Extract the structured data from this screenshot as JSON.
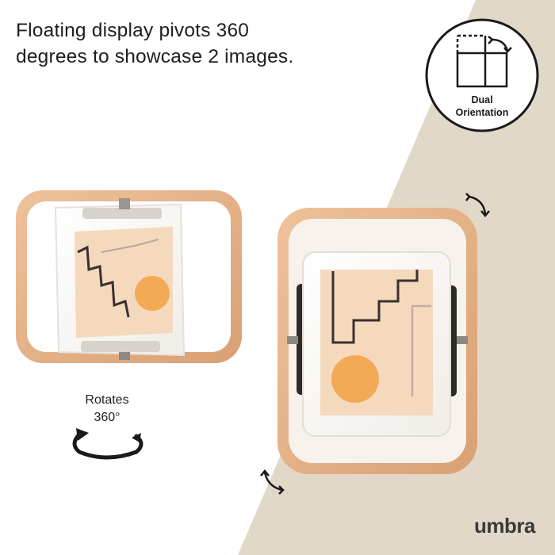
{
  "headline": {
    "line1": "Floating display pivots 360",
    "line2": "degrees to showcase 2 images."
  },
  "badge": {
    "icon": "dual-orientation-icon",
    "line1": "Dual",
    "line2": "Orientation"
  },
  "rotate_label": {
    "line1": "Rotates",
    "line2": "360°",
    "icon": "rotate-arrow-icon"
  },
  "brand": "umbra",
  "colors": {
    "background_left": "#ffffff",
    "background_right": "#e2d8c8",
    "wood": "#e7b48a",
    "wood_dark": "#c98f63",
    "art_bg": "#f4d9bd",
    "sun": "#f2aa55",
    "line_art": "#3b3030"
  }
}
